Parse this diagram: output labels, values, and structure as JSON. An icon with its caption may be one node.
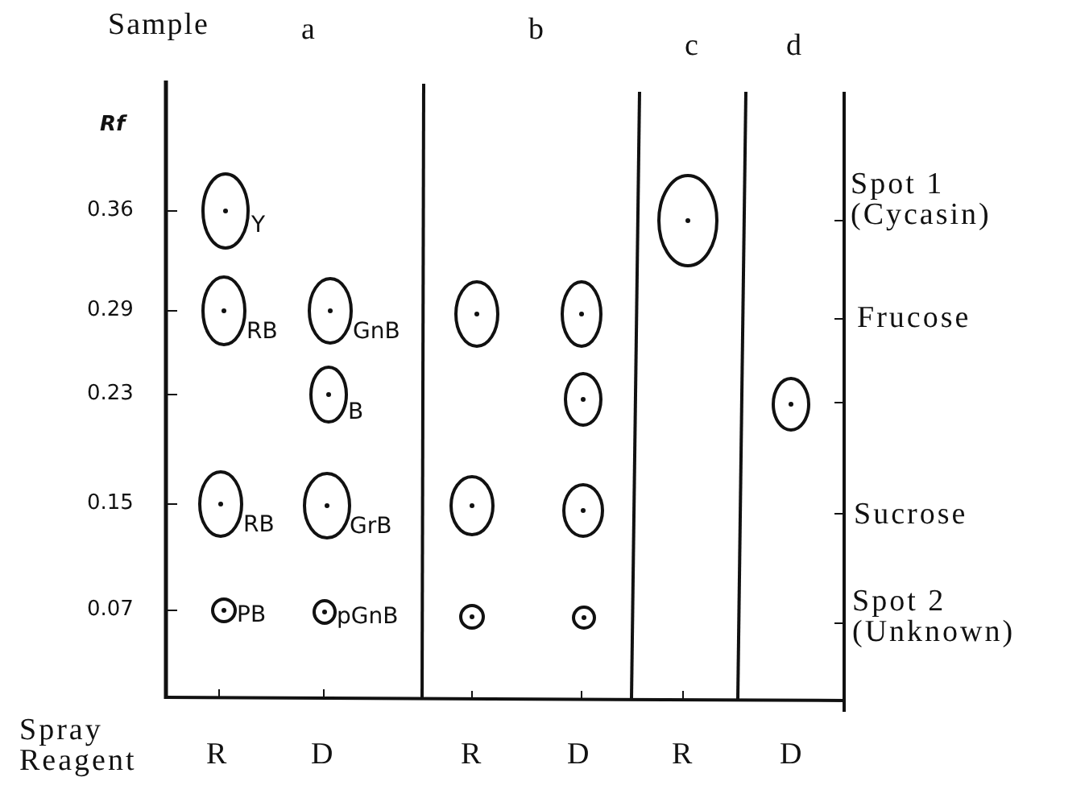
{
  "diagram": {
    "nodes": [
      {
        "text": [],
        "shape": "circle",
        "beside": [
          "Y"
        ]
      },
      {
        "text": [],
        "shape": "circle",
        "beside": [
          "RB"
        ]
      },
      {
        "text": [],
        "shape": "circle",
        "beside": [
          "RB"
        ]
      },
      {
        "text": [],
        "shape": "circle",
        "beside": [
          "PB"
        ]
      },
      {
        "text": [],
        "shape": "circle",
        "beside": [
          "GnB"
        ]
      },
      {
        "text": [],
        "shape": "circle",
        "beside": [
          "B"
        ]
      },
      {
        "text": [],
        "shape": "circle",
        "beside": [
          "GrB"
        ]
      },
      {
        "text": [],
        "shape": "circle",
        "beside": [
          "pGnB"
        ]
      },
      {
        "text": [],
        "shape": "circle"
      },
      {
        "text": [],
        "shape": "circle"
      },
      {
        "text": [],
        "shape": "circle"
      },
      {
        "text": [],
        "shape": "circle"
      },
      {
        "text": [],
        "shape": "circle"
      },
      {
        "text": [],
        "shape": "circle"
      },
      {
        "text": [],
        "shape": "circle"
      },
      {
        "text": [],
        "shape": "circle"
      },
      {
        "text": [],
        "shape": "circle"
      }
    ],
    "labels": [
      "Sample",
      "a",
      "b",
      "c",
      "d",
      "Rf",
      "0.36",
      "Spot 1 (Cycasin)",
      "0.29",
      "Frucose",
      "0.23",
      "0.15",
      "Sucrose",
      "0.07",
      "Spot 2 (Unknown)",
      "Spray Reagent",
      "R",
      "D",
      "R",
      "D",
      "R",
      "D"
    ]
  }
}
